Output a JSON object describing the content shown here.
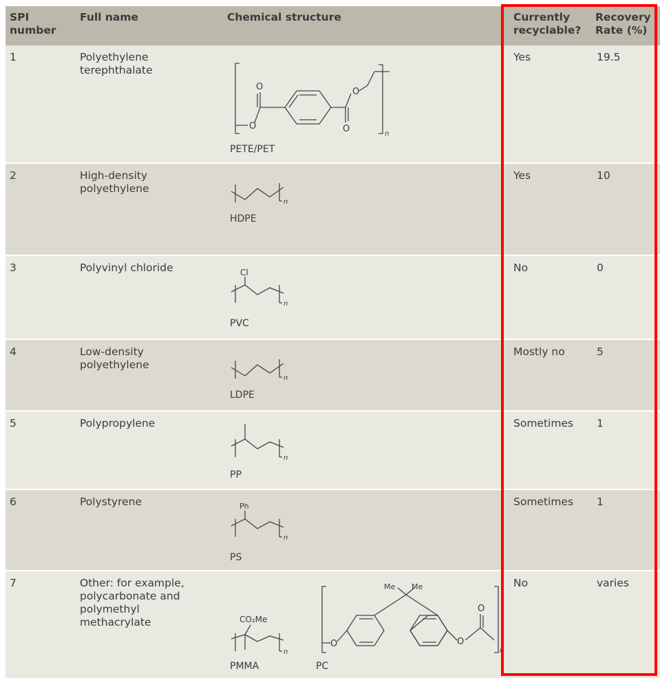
{
  "headers": {
    "spi": "SPI number",
    "name": "Full name",
    "structure": "Chemical structure",
    "recyclable": "Currently recyclable?",
    "rate": "Recovery Rate (%)"
  },
  "rows": [
    {
      "spi": "1",
      "name": "Polyethylene terephthalate",
      "abbr": "PETE/PET",
      "recyclable": "Yes",
      "rate": "19.5"
    },
    {
      "spi": "2",
      "name": "High-density polyethylene",
      "abbr": "HDPE",
      "recyclable": "Yes",
      "rate": "10"
    },
    {
      "spi": "3",
      "name": "Polyvinyl chloride",
      "abbr": "PVC",
      "recyclable": "No",
      "rate": "0"
    },
    {
      "spi": "4",
      "name": "Low-density polyethylene",
      "abbr": "LDPE",
      "recyclable": "Mostly no",
      "rate": "5"
    },
    {
      "spi": "5",
      "name": "Polypropylene",
      "abbr": "PP",
      "recyclable": "Sometimes",
      "rate": "1"
    },
    {
      "spi": "6",
      "name": "Polystyrene",
      "abbr": "PS",
      "recyclable": "Sometimes",
      "rate": "1"
    },
    {
      "spi": "7",
      "name": "Other: for example, polycarbonate and polymethyl methacrylate",
      "abbr": "PMMA",
      "abbr2": "PC",
      "recyclable": "No",
      "rate": "varies"
    }
  ],
  "structure_labels": {
    "O": "O",
    "n": "n",
    "Cl": "Cl",
    "Ph": "Ph",
    "CO2Me": "CO₂Me",
    "Me": "Me"
  },
  "colors": {
    "header_bg": "#bcb8ab",
    "row_light": "#e9e8e1",
    "row_dark": "#dcdad0",
    "highlight": "#ff0000"
  }
}
